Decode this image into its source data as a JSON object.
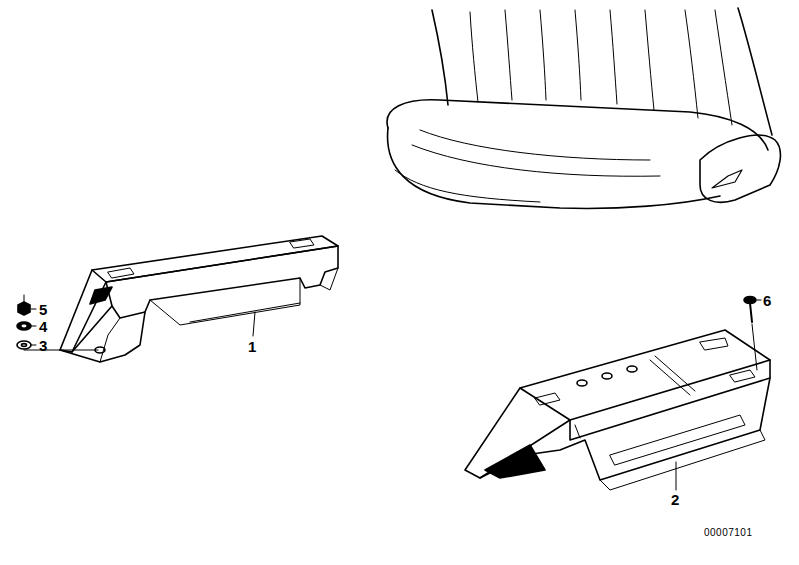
{
  "diagram": {
    "labels": [
      "5",
      "4",
      "3",
      "1",
      "6",
      "2",
      "00007101"
    ]
  }
}
